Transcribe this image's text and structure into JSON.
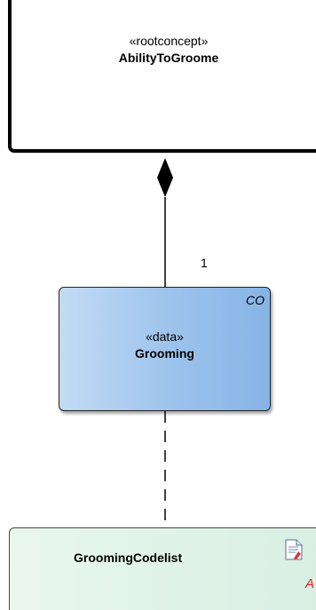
{
  "diagram": {
    "root_class": {
      "stereotype": "«rootconcept»",
      "name": "AbilityToGroome"
    },
    "data_class": {
      "stereotype": "«data»",
      "name": "Grooming",
      "tag": "CO",
      "fill_color": "#9fc4ec"
    },
    "codelist_class": {
      "name": "GroomingCodelist",
      "tag": "A",
      "icon": "document-icon",
      "fill_color": "#dff3e7"
    },
    "composition": {
      "multiplicity": "1"
    },
    "dependency": {
      "style": "dashed"
    }
  }
}
